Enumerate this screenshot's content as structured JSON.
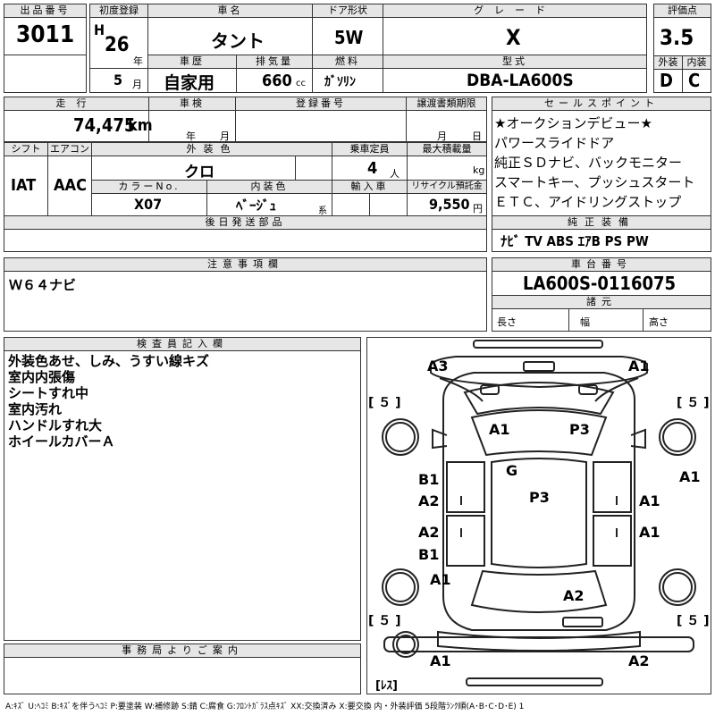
{
  "header": {
    "lot_no_label": "出品番号",
    "lot_no": "3011",
    "first_reg_label": "初度登録",
    "era": "H",
    "year": "26",
    "year_unit": "年",
    "month": "5",
    "month_unit": "月",
    "car_name_label": "車名",
    "car_name": "タント",
    "door_label": "ドア形状",
    "door": "5W",
    "grade_label": "グレード",
    "grade": "X",
    "score_label": "評価点",
    "score": "3.5",
    "history_label": "車歴",
    "history": "自家用",
    "displacement_label": "排気量",
    "displacement": "660",
    "displacement_unit": "cc",
    "fuel_label": "燃料",
    "fuel": "ｶﾞｿﾘﾝ",
    "model_label": "型式",
    "model": "DBA-LA600S",
    "exterior_label": "外装",
    "exterior": "D",
    "interior_label": "内装",
    "interior": "C"
  },
  "row2": {
    "mileage_label": "走行",
    "mileage": "74,475",
    "mileage_unit": "km",
    "inspection_label": "車検",
    "insp_year_unit": "年",
    "insp_month_unit": "月",
    "reg_no_label": "登録番号",
    "transfer_label": "譲渡書類期限",
    "transfer_month_unit": "月",
    "transfer_day_unit": "日",
    "shift_label": "シフト",
    "shift": "IAT",
    "ac_label": "エアコン",
    "ac": "AAC",
    "color_label": "外装色",
    "color": "クロ",
    "capacity_label": "乗車定員",
    "capacity": "4",
    "capacity_unit": "人",
    "load_label": "最大積載量",
    "load_unit": "kg",
    "color_no_label": "カラーNo.",
    "color_no": "X07",
    "int_color_label": "内装色",
    "int_color": "ﾍﾞｰｼﾞｭ",
    "int_color_unit": "系",
    "import_label": "輸入車",
    "recycle_label": "リサイクル預託金",
    "recycle": "9,550",
    "recycle_unit": "円",
    "later_parts_label": "後日発送部品"
  },
  "sales_points": {
    "label": "セールスポイント",
    "items": [
      "★オークションデビュー★",
      "パワースライドドア",
      "純正ＳＤナビ、バックモニター",
      "スマートキー、プッシュスタート",
      "ＥＴＣ、アイドリングストップ"
    ]
  },
  "equipment": {
    "label": "純正装備",
    "value": "ﾅﾋﾞ TV ABS ｴｱB PS PW"
  },
  "caution": {
    "label": "注意事項欄",
    "text": "Ｗ６４ナビ"
  },
  "chassis": {
    "label": "車台番号",
    "value": "LA600S-0116075",
    "spec_label": "諸元",
    "length_label": "長さ",
    "width_label": "幅",
    "height_label": "高さ"
  },
  "inspector": {
    "label": "検査員記入欄",
    "notes": [
      "外装色あせ、しみ、うすい線キズ",
      "室内内張傷",
      "シートすれ中",
      "室内汚れ",
      "ハンドルすれ大",
      "ホイールカバーＡ"
    ]
  },
  "office": {
    "label": "事務局よりご案内"
  },
  "diagram": {
    "tire_label": "[ ５ ]",
    "spare_label": "[ﾚｽ]",
    "marks": {
      "front_left": "A3",
      "front_right": "A1",
      "hood_left": "A1",
      "hood_right": "P3",
      "roof": "G",
      "roof2": "P3",
      "right_side_top": "A1",
      "fl_door_1": "B1",
      "fl_door_2": "A2",
      "rl_door_1": "A2",
      "rl_door_2": "B1",
      "fr_door": "A1",
      "rr_door": "A1",
      "rear_left_fender": "A1",
      "trunk": "A2",
      "rear_left": "A1",
      "rear_right": "A2"
    }
  },
  "legend": "A:ｷｽﾞ U:ﾍｺﾐ B:ｷｽﾞを伴うﾍｺﾐ P:要塗装 W:補修跡 S:錆 C:腐食 G:ﾌﾛﾝﾄｶﾞﾗｽ点ｷｽﾞ XX:交換済み X:要交換 内・外装評価 5段階ﾗﾝｸ順(A･B･C･D･E) 1"
}
